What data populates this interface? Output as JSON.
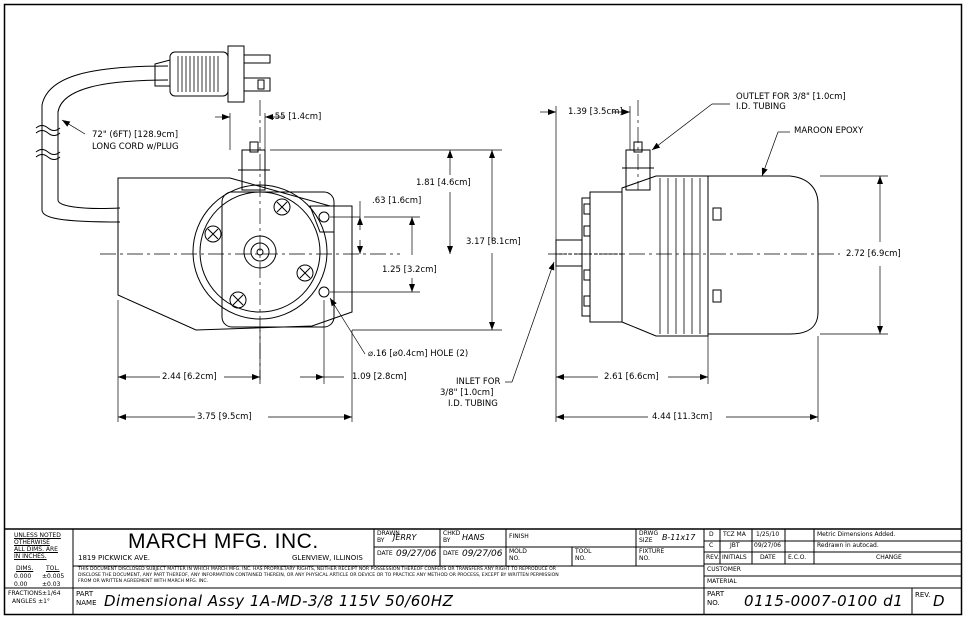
{
  "drawing": {
    "cord_note": [
      "72\" (6FT) [128.9cm]",
      "LONG CORD w/PLUG"
    ],
    "dim_top_offset": ".55 [1.4cm]",
    "dim_height_upper": "1.81 [4.6cm]",
    "dim_height_total": "3.17 [8.1cm]",
    "dim_hole_offset": ".63 [1.6cm]",
    "dim_hole_spacing": "1.25 [3.2cm]",
    "dim_hole_note": "⌀.16 [⌀0.4cm] HOLE (2)",
    "dim_left_width": "2.44 [6.2cm]",
    "dim_right_width": "1.09 [2.8cm]",
    "dim_total_width": "3.75 [9.5cm]",
    "dim_side_offset": "1.39 [3.5cm]",
    "outlet_note": [
      "OUTLET FOR 3/8\" [1.0cm]",
      "I.D. TUBING"
    ],
    "epoxy_note": "MAROON EPOXY",
    "dim_side_height": "2.72 [6.9cm]",
    "inlet_note": [
      "INLET FOR",
      "3/8\" [1.0cm]",
      "I.D. TUBING"
    ],
    "dim_side_inlet": "2.61 [6.6cm]",
    "dim_side_total": "4.44 [11.3cm]"
  },
  "title_block": {
    "unless_noted": [
      "UNLESS NOTED",
      "OTHERWISE",
      "ALL DIMS. ARE",
      "IN INCHES."
    ],
    "dims_header": [
      "DIMS.",
      "TOL."
    ],
    "dims_rows": [
      [
        "0.000",
        "±0.005"
      ],
      [
        "0.00",
        "±0.03"
      ]
    ],
    "fractions": "FRACTIONS±1/64",
    "angles": "ANGLES  ±1°",
    "company": "MARCH MFG. INC.",
    "address": "1819 PICKWICK AVE.",
    "city": "GLENVIEW, ILLINOIS",
    "disclaimer": [
      "THIS DOCUMENT DISCLOSED SUBJECT MATTER IN WHICH MARCH MFG. INC. HAS PROPRIETARY RIGHTS, NEITHER RECEIPT NOR POSSESSION THEREOF CONFERS OR TRANSFERS ANY RIGHT TO REPRODUCE OR",
      "DISCLOSE THE DOCUMENT, ANY PART THEREOF, ANY INFORMATION CONTAINED THEREIN, OR ANY PHYSICAL ARTICLE OR DEVICE OR TO PRACTICE ANY METHOD OR PROCESS, EXCEPT BY WRITTEN PERMISSION",
      "FROM OR WRITTEN AGREEMENT WITH MARCH MFG. INC."
    ],
    "drawn_by_label": [
      "DRAWN",
      "BY"
    ],
    "drawn_by": "JERRY",
    "chkd_by_label": [
      "CHKD",
      "BY"
    ],
    "chkd_by": "HANS",
    "finish_label": "FINISH",
    "dwg_size_label": [
      "DRWG",
      "SIZE"
    ],
    "dwg_size": "B-11x17",
    "date_label": "DATE",
    "drawn_date": "09/27/06",
    "chkd_date": "09/27/06",
    "mold_label": [
      "MOLD",
      "NO."
    ],
    "tool_label": [
      "TOOL",
      "NO."
    ],
    "fixture_label": [
      "FIXTURE",
      "NO."
    ],
    "part_name_label": [
      "PART",
      "NAME"
    ],
    "part_name": "Dimensional Assy 1A-MD-3/8 115V 50/60HZ",
    "revisions": [
      {
        "rev": "D",
        "initials": "TCZ MA",
        "date": "1/25/10",
        "eco": "",
        "change": "Metric Dimensions Added."
      },
      {
        "rev": "C",
        "initials": "JBT",
        "date": "09/27/06",
        "eco": "",
        "change": "Redrawn in autocad."
      }
    ],
    "rev_headers": [
      "REV.",
      "INITIALS",
      "DATE",
      "E.C.O.",
      "CHANGE"
    ],
    "customer_label": "CUSTOMER",
    "material_label": "MATERIAL",
    "part_no_label": [
      "PART",
      "NO."
    ],
    "part_no": "0115-0007-0100 d1",
    "rev_label": "REV.",
    "rev": "D"
  }
}
